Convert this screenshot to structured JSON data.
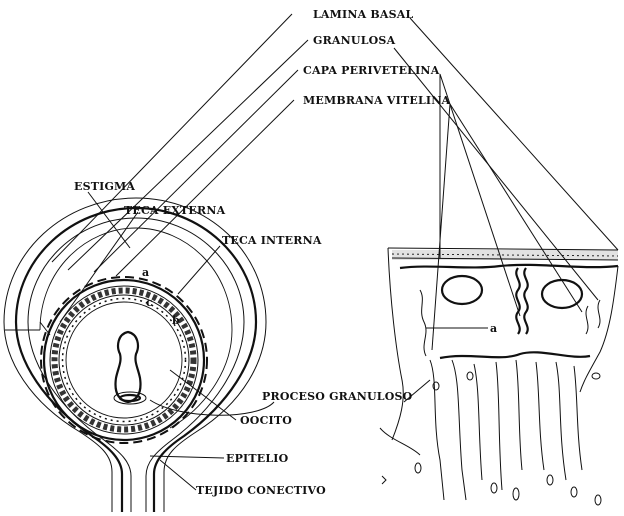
{
  "labels": {
    "lamina_basal": "LAMINA BASAL",
    "granulosa": "GRANULOSA",
    "capa_perivitelina": "CAPA PERIVETELINA",
    "membrana_vitelina": "MEMBRANA VITELINA",
    "estigma": "ESTIGMA",
    "teca_externa": "TECA EXTERNA",
    "teca_interna": "TECA INTERNA",
    "proceso_granuloso": "PROCESO GRANULOSO",
    "oocito": "OOCITO",
    "epitelio": "EPITELIO",
    "tejido_conectivo": "TEJIDO CONECTIVO"
  },
  "markers": {
    "a_left": "a",
    "b_left": "b",
    "c_left": "c",
    "a_right": "a"
  }
}
